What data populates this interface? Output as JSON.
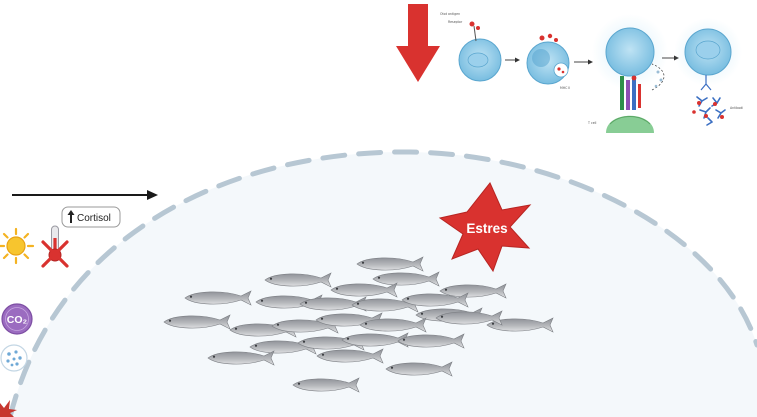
{
  "labels": {
    "cortisol": "Cortisol",
    "co2": "CO₂",
    "stress_burst": "Estres"
  },
  "colors": {
    "stress_burst": "#d9322f",
    "down_arrow": "#d9322f",
    "tank_dash": "#b7c7d3",
    "tank_water": "#f4f8fb",
    "fish_body": "#a3a5aa",
    "cell_blue": "#78bde0",
    "cell_green": "#7bc88a",
    "co2_circle": "#9b6cc0",
    "sun": "#f4b322"
  },
  "icons": {
    "sun": "sun-icon",
    "thermometer": "thermometer-icon",
    "co2": "co2-bubble-icon",
    "particles": "particles-icon",
    "arrow_up": "arrow-up-icon",
    "down_arrow": "down-arrow-icon",
    "right_arrow": "right-arrow-icon"
  },
  "fish_count": 26
}
